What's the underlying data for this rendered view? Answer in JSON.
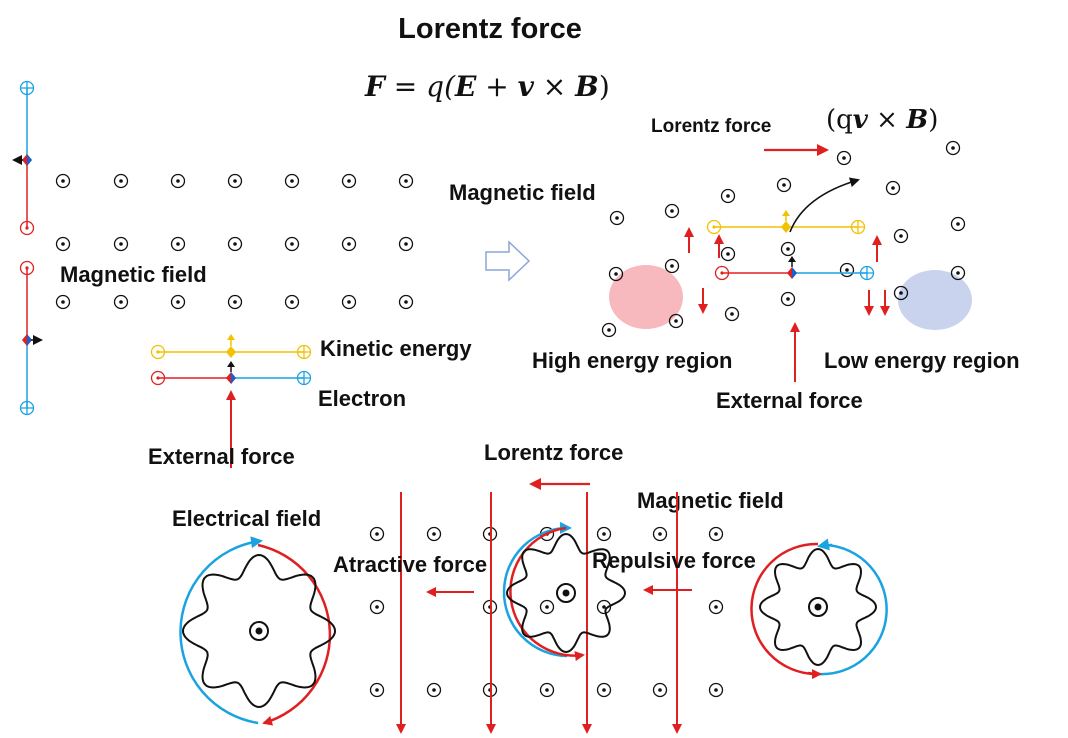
{
  "title": "Lorentz force",
  "equation": "F = q(E + v × B)",
  "equation_parts": {
    "F": "F",
    "eq": " = q(",
    "E": "E",
    "plus": " + ",
    "v": "v",
    "times": " × ",
    "B": "B",
    "close": ")"
  },
  "top_right_term": {
    "open": "(q",
    "v": "v",
    "times": " × ",
    "B": "B",
    "close": ")"
  },
  "left_panel": {
    "magnetic_field": "Magnetic field",
    "kinetic_energy": "Kinetic energy",
    "electron": "Electron",
    "external_force": "External force"
  },
  "right_panel": {
    "lorentz_force": "Lorentz force",
    "magnetic_field": "Magnetic field",
    "high_energy_region": "High energy region",
    "low_energy_region": "Low energy region",
    "external_force": "External force"
  },
  "bottom_panel": {
    "lorentz_force": "Lorentz force",
    "magnetic_field": "Magnetic field",
    "electrical_field": "Electrical field",
    "attractive_force": "Atractive force",
    "repulsive_force": "Repulsive force"
  },
  "colors": {
    "red": "#e02020",
    "blue": "#1aa3e0",
    "yellow": "#f2c200",
    "pink_region": "#f7b9bd",
    "blue_region": "#c9d3ee",
    "hollow_arrow": "#8aa6d8"
  }
}
